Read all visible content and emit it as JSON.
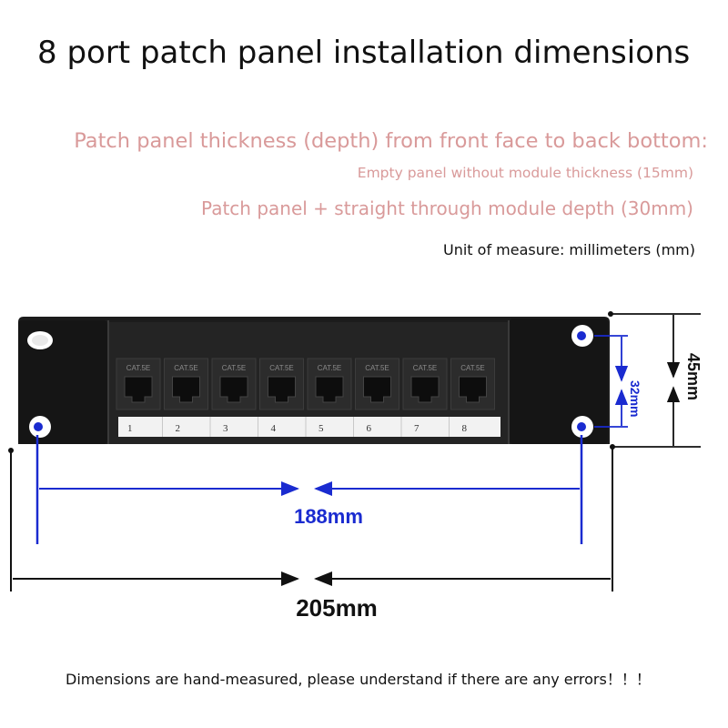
{
  "title": "8 port patch panel installation dimensions",
  "notes": {
    "depth_heading": "Patch panel thickness (depth) from front face to back bottom:",
    "empty_panel": "Empty panel without module thickness (15mm)",
    "module_depth": "Patch panel + straight through module depth (30mm)",
    "unit": "Unit of measure: millimeters (mm)",
    "footer": "Dimensions are hand-measured, please understand if there are any errors！！！"
  },
  "dimensions": {
    "hole_spacing": "188mm",
    "overall_width": "205mm",
    "hole_vertical": "32mm",
    "overall_height": "45mm"
  },
  "ports": {
    "jack_label": "CAT.5E",
    "numbers": [
      "1",
      "2",
      "3",
      "4",
      "5",
      "6",
      "7",
      "8"
    ]
  },
  "colors": {
    "pink_text": "#d99a9a",
    "blue_dimension": "#1a2bd0",
    "panel_body": "#1c1c1c"
  }
}
